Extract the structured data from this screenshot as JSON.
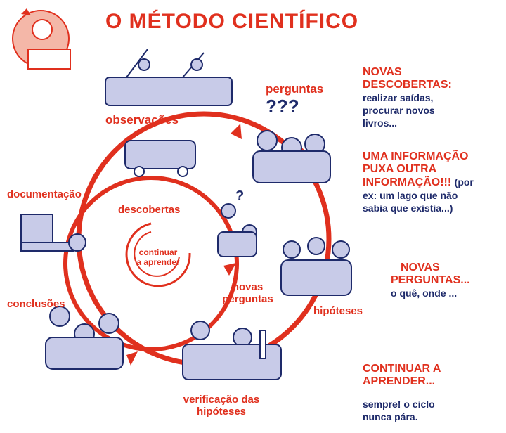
{
  "title": "O MÉTODO CIENTÍFICO",
  "cycle": {
    "observacoes": "observações",
    "perguntas": "perguntas",
    "hipoteses": "hipóteses",
    "verificacao_1": "verificação das",
    "verificacao_2": "hipóteses",
    "conclusoes": "conclusões",
    "documentacao": "documentação"
  },
  "inner": {
    "descobertas": "descobertas",
    "novas_1": "novas",
    "novas_2": "perguntas",
    "center_1": "continuar",
    "center_2": "a aprender"
  },
  "side": {
    "b1_head_1": "NOVAS",
    "b1_head_2": "DESCOBERTAS:",
    "b1_body_1": "realizar saídas,",
    "b1_body_2": "procurar novos",
    "b1_body_3": "livros...",
    "b2_head_1": "UMA INFORMAÇÃO",
    "b2_head_2": "PUXA OUTRA",
    "b2_head_3": "INFORMAÇÃO!!!",
    "b2_body_0": "(por",
    "b2_body_1": "ex: um lago que não",
    "b2_body_2": "sabia que existia...)",
    "b3_head_1": "NOVAS",
    "b3_head_2": "PERGUNTAS...",
    "b3_body_1": "o quê, onde ...",
    "b4_head_1": "CONTINUAR A",
    "b4_head_2": "APRENDER...",
    "b4_body_1": "sempre! o ciclo",
    "b4_body_2": "nunca pára."
  },
  "colors": {
    "accent": "#e0301e",
    "ink": "#1e2a6a"
  }
}
